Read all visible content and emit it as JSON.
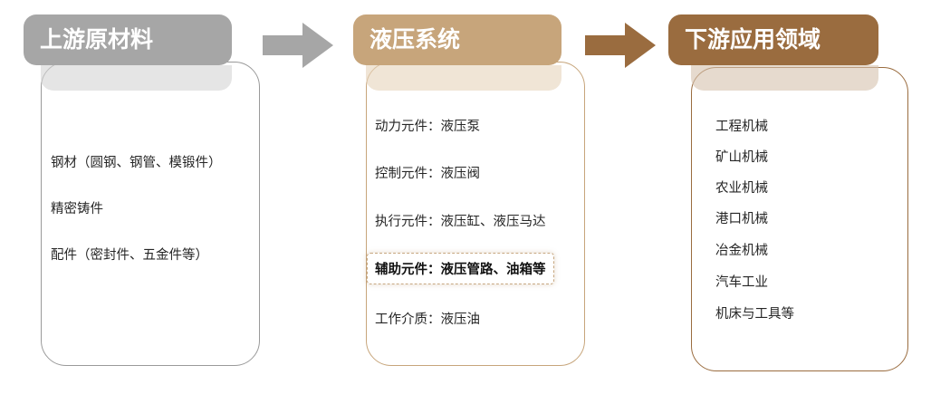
{
  "columns": [
    {
      "title": "上游原材料",
      "color": "#a6a6a6",
      "items": [
        "钢材（圆钢、钢管、模锻件）",
        "精密铸件",
        "配件（密封件、五金件等）"
      ]
    },
    {
      "title": "液压系统",
      "color": "#c7a57b",
      "items": [
        "动力元件：液压泵",
        "控制元件：液压阀",
        "执行元件：液压缸、液压马达",
        "辅助元件：液压管路、油箱等",
        "工作介质：液压油"
      ],
      "highlighted_index": 3
    },
    {
      "title": "下游应用领域",
      "color": "#9a6c3f",
      "items": [
        "工程机械",
        "矿山机械",
        "农业机械",
        "港口机械",
        "冶金机械",
        "汽车工业",
        "机床与工具等"
      ]
    }
  ],
  "arrows": [
    {
      "from": "上游原材料",
      "to": "液压系统",
      "color": "#a6a6a6"
    },
    {
      "from": "液压系统",
      "to": "下游应用领域",
      "color": "#9a6c3f"
    }
  ]
}
